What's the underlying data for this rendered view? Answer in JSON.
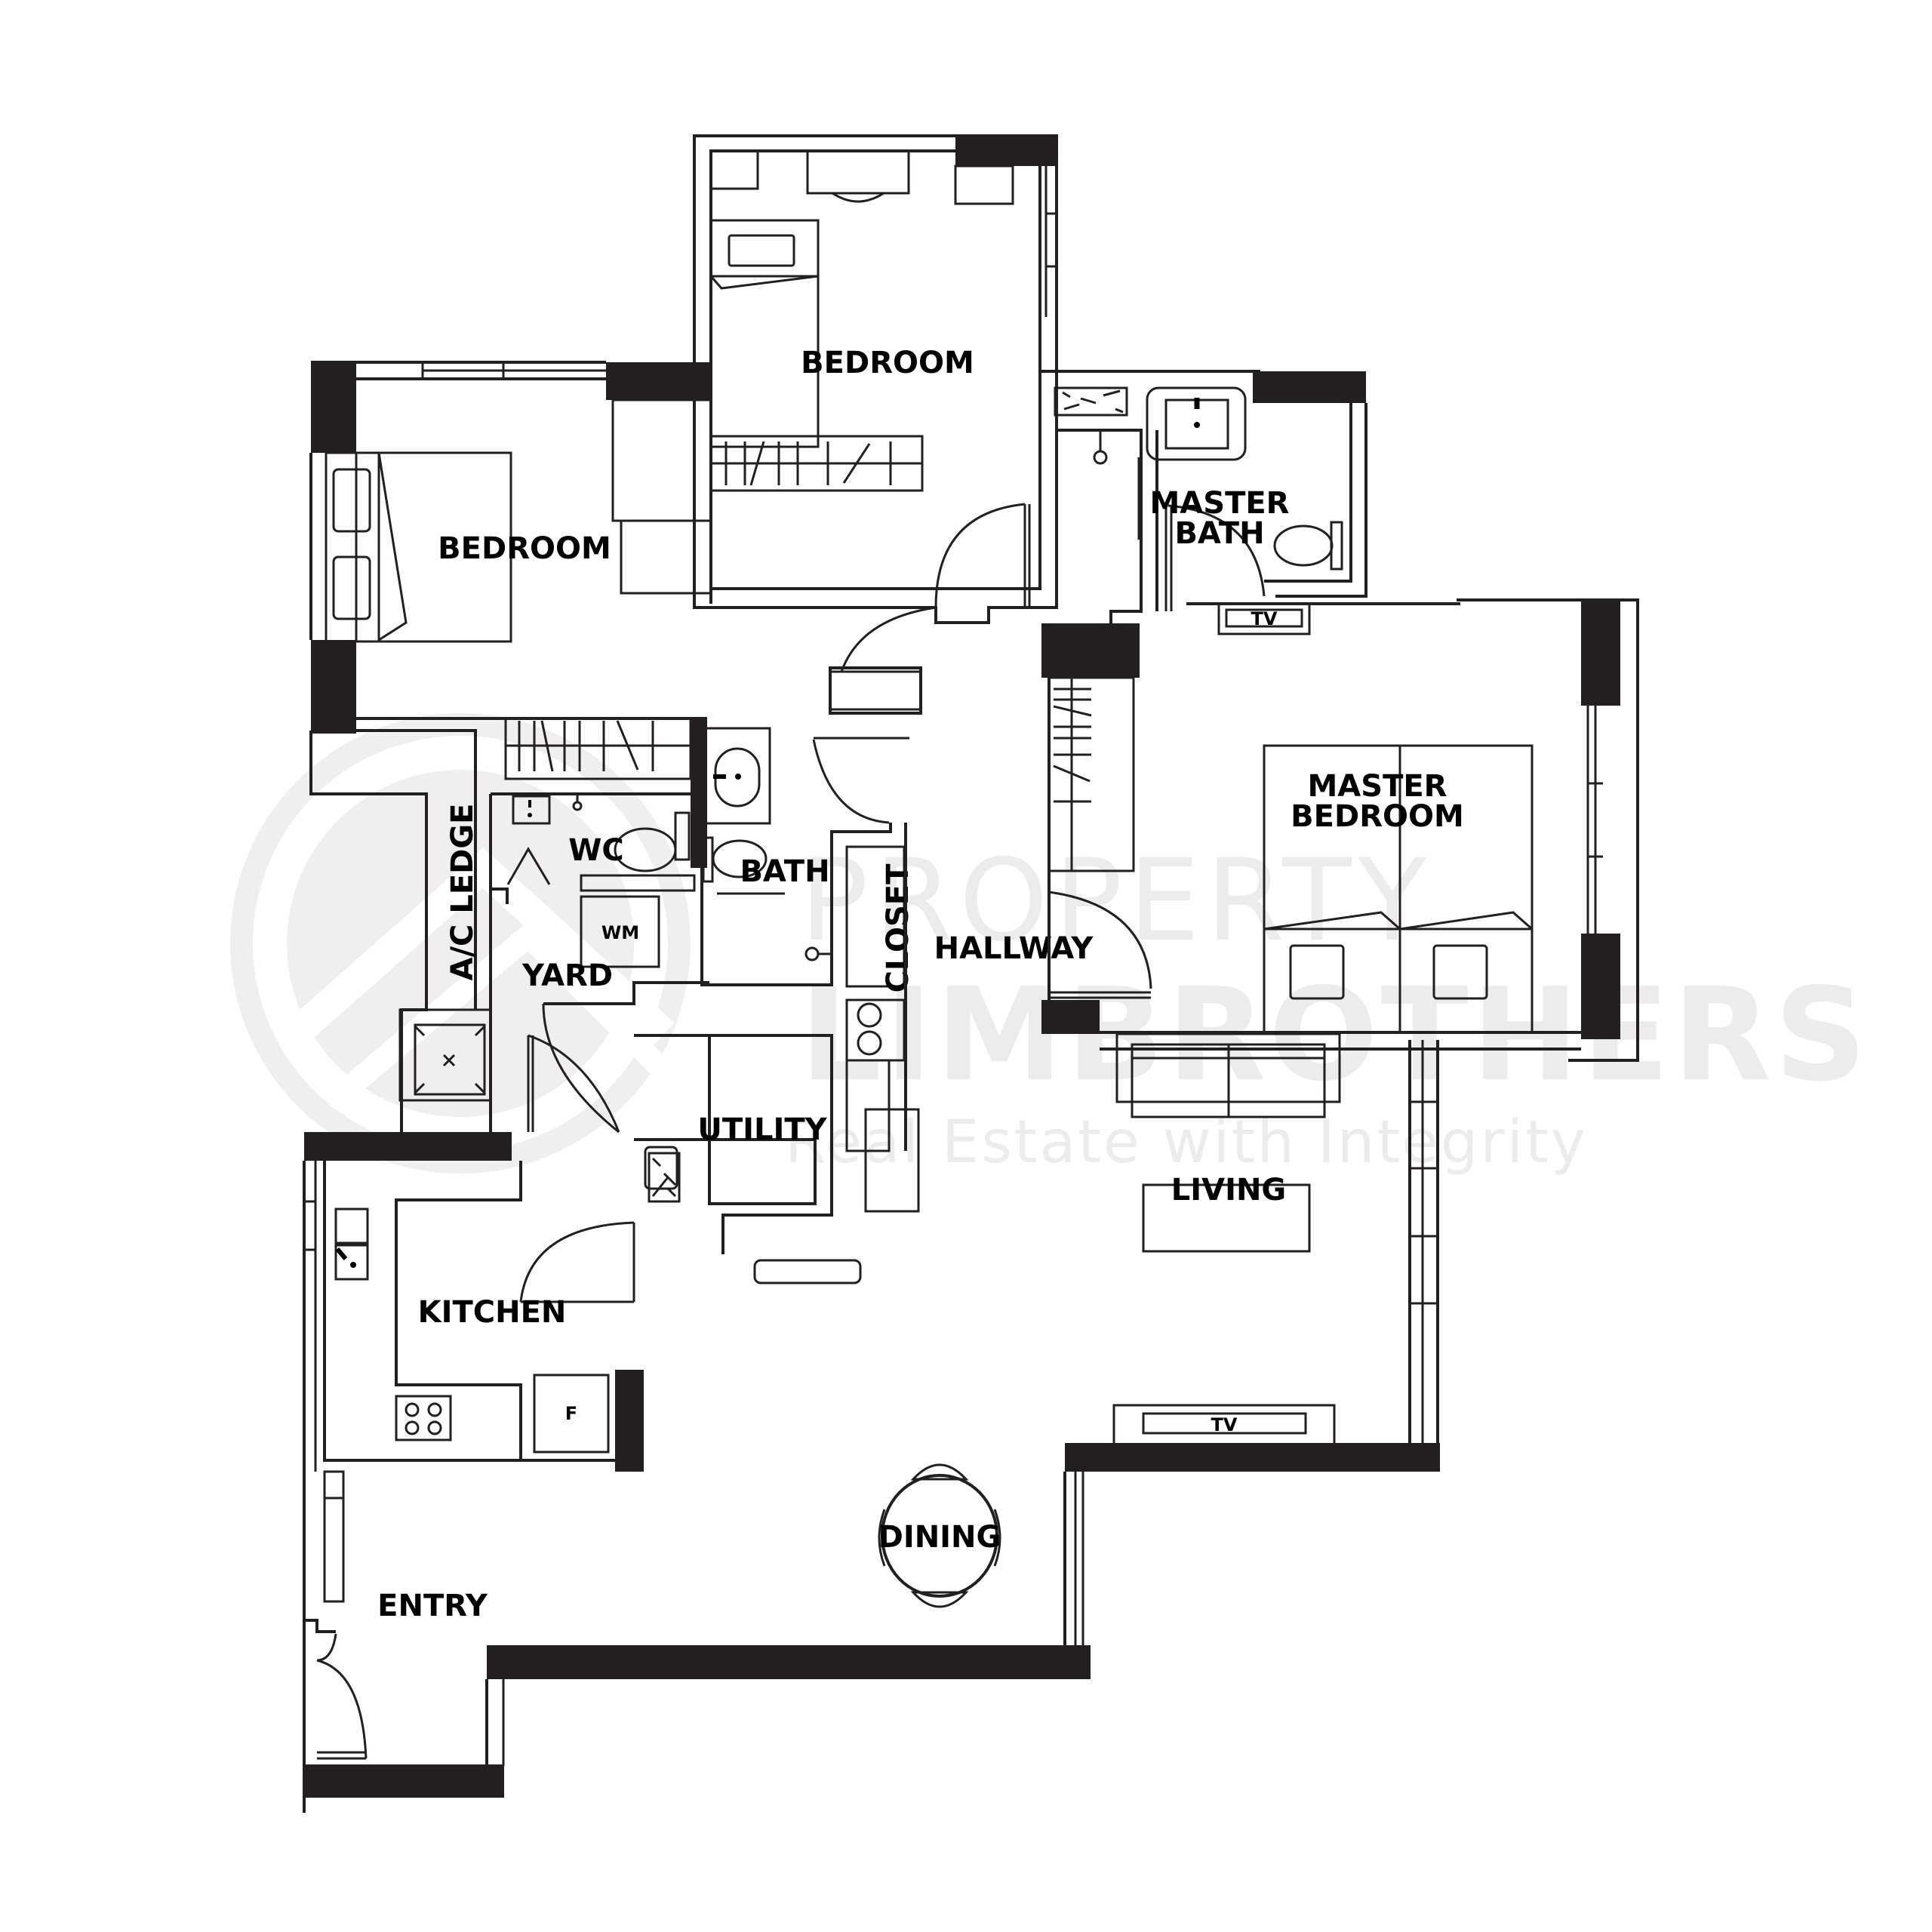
{
  "plan": {
    "type": "floor-plan",
    "colors": {
      "wall": "#231f20",
      "line": "#231f20",
      "watermark": "#ececec",
      "background": "#ffffff"
    }
  },
  "rooms": {
    "bedroom_top": "BEDROOM",
    "bedroom_left": "BEDROOM",
    "master_bath_1": "MASTER",
    "master_bath_2": "BATH",
    "master_bedroom_1": "MASTER",
    "master_bedroom_2": "BEDROOM",
    "ac_ledge": "A/C LEDGE",
    "wc": "WC",
    "bath": "BATH",
    "closet": "CLOSET",
    "hallway": "HALLWAY",
    "yard": "YARD",
    "utility": "UTILITY",
    "living": "LIVING",
    "kitchen": "KITCHEN",
    "dining": "DINING",
    "entry": "ENTRY"
  },
  "fixtures": {
    "washing_machine": "WM",
    "fridge": "F",
    "tv_master": "TV",
    "tv_living": "TV"
  },
  "watermark": {
    "line1": "PROPERTY",
    "line2": "LIMBROTHERS",
    "tagline": "Real Estate with Integrity"
  }
}
